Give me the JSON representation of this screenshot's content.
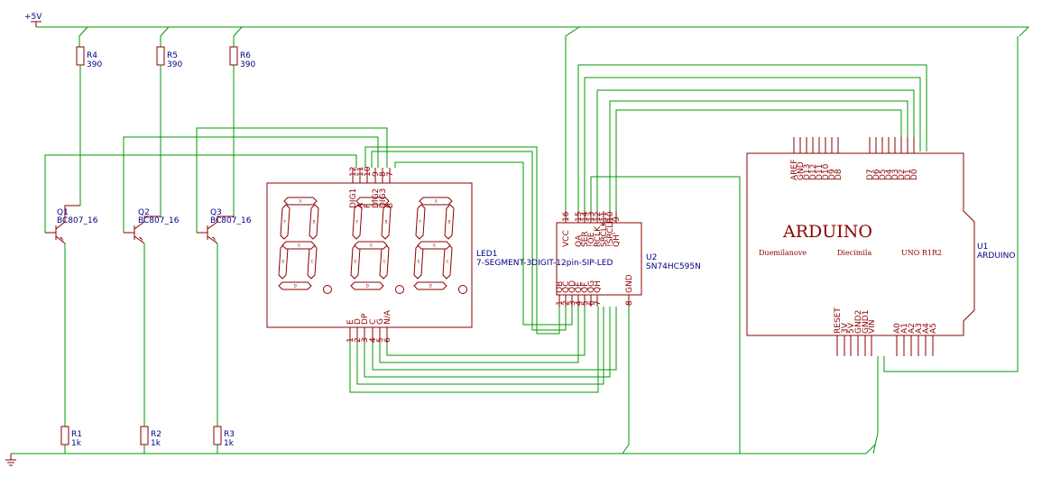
{
  "power": {
    "vcc_label": "+5V"
  },
  "resistors_top": [
    {
      "ref": "R4",
      "value": "390"
    },
    {
      "ref": "R5",
      "value": "390"
    },
    {
      "ref": "R6",
      "value": "390"
    }
  ],
  "resistors_bottom": [
    {
      "ref": "R1",
      "value": "1k"
    },
    {
      "ref": "R2",
      "value": "1k"
    },
    {
      "ref": "R3",
      "value": "1k"
    }
  ],
  "transistors": [
    {
      "ref": "Q1",
      "value": "BC807_16"
    },
    {
      "ref": "Q2",
      "value": "BC807_16"
    },
    {
      "ref": "Q3",
      "value": "BC807_16"
    }
  ],
  "display": {
    "ref": "LED1",
    "value": "7-SEGMENT-3DIGIT-12pin-SIP-LED",
    "top_pins": [
      {
        "num": "12",
        "name": "DIG1"
      },
      {
        "num": "11",
        "name": "A"
      },
      {
        "num": "10",
        "name": "F"
      },
      {
        "num": "9",
        "name": "DIG2"
      },
      {
        "num": "8",
        "name": "DIG3"
      },
      {
        "num": "7",
        "name": "B"
      }
    ],
    "bottom_pins": [
      {
        "num": "1",
        "name": "E"
      },
      {
        "num": "2",
        "name": "D"
      },
      {
        "num": "3",
        "name": "DP"
      },
      {
        "num": "4",
        "name": "C"
      },
      {
        "num": "5",
        "name": "G"
      },
      {
        "num": "6",
        "name": "N/A"
      }
    ],
    "segment_letters": [
      "A",
      "B",
      "C",
      "D",
      "E",
      "F",
      "G"
    ]
  },
  "shift_register": {
    "ref": "U2",
    "value": "SN74HC595N",
    "top_pins": [
      {
        "num": "16",
        "name": "VCC"
      },
      {
        "num": "15",
        "name": "QA"
      },
      {
        "num": "14",
        "name": "SER"
      },
      {
        "num": "13",
        "name": "!OE"
      },
      {
        "num": "12",
        "name": "RCLK"
      },
      {
        "num": "11",
        "name": "SRCLK"
      },
      {
        "num": "10",
        "name": "!SRCLR"
      },
      {
        "num": "9",
        "name": "QH'"
      }
    ],
    "bottom_pins": [
      {
        "num": "1",
        "name": "QB"
      },
      {
        "num": "2",
        "name": "QC"
      },
      {
        "num": "3",
        "name": "QD"
      },
      {
        "num": "4",
        "name": "QE"
      },
      {
        "num": "5",
        "name": "QF"
      },
      {
        "num": "6",
        "name": "QG"
      },
      {
        "num": "7",
        "name": "QH"
      },
      {
        "num": "8",
        "name": "GND"
      }
    ]
  },
  "arduino": {
    "ref": "U1",
    "value": "ARDUINO",
    "title": "ARDUINO",
    "variants": [
      "Duemilanove",
      "Diecimila",
      "UNO R1R2"
    ],
    "top_pins": [
      "AREF",
      "GND",
      "D13",
      "D12",
      "D11",
      "D10",
      "D9",
      "D8",
      "D7",
      "D6",
      "D5",
      "D4",
      "D3",
      "D2",
      "D1",
      "D0"
    ],
    "bottom_pins": [
      "RESET",
      "3V",
      "5V",
      "GND2",
      "GND1",
      "VIN",
      "A0",
      "A1",
      "A2",
      "A3",
      "A4",
      "A5"
    ]
  },
  "colors": {
    "wire": "#009a00",
    "part": "#8b0000",
    "label": "#000080"
  }
}
